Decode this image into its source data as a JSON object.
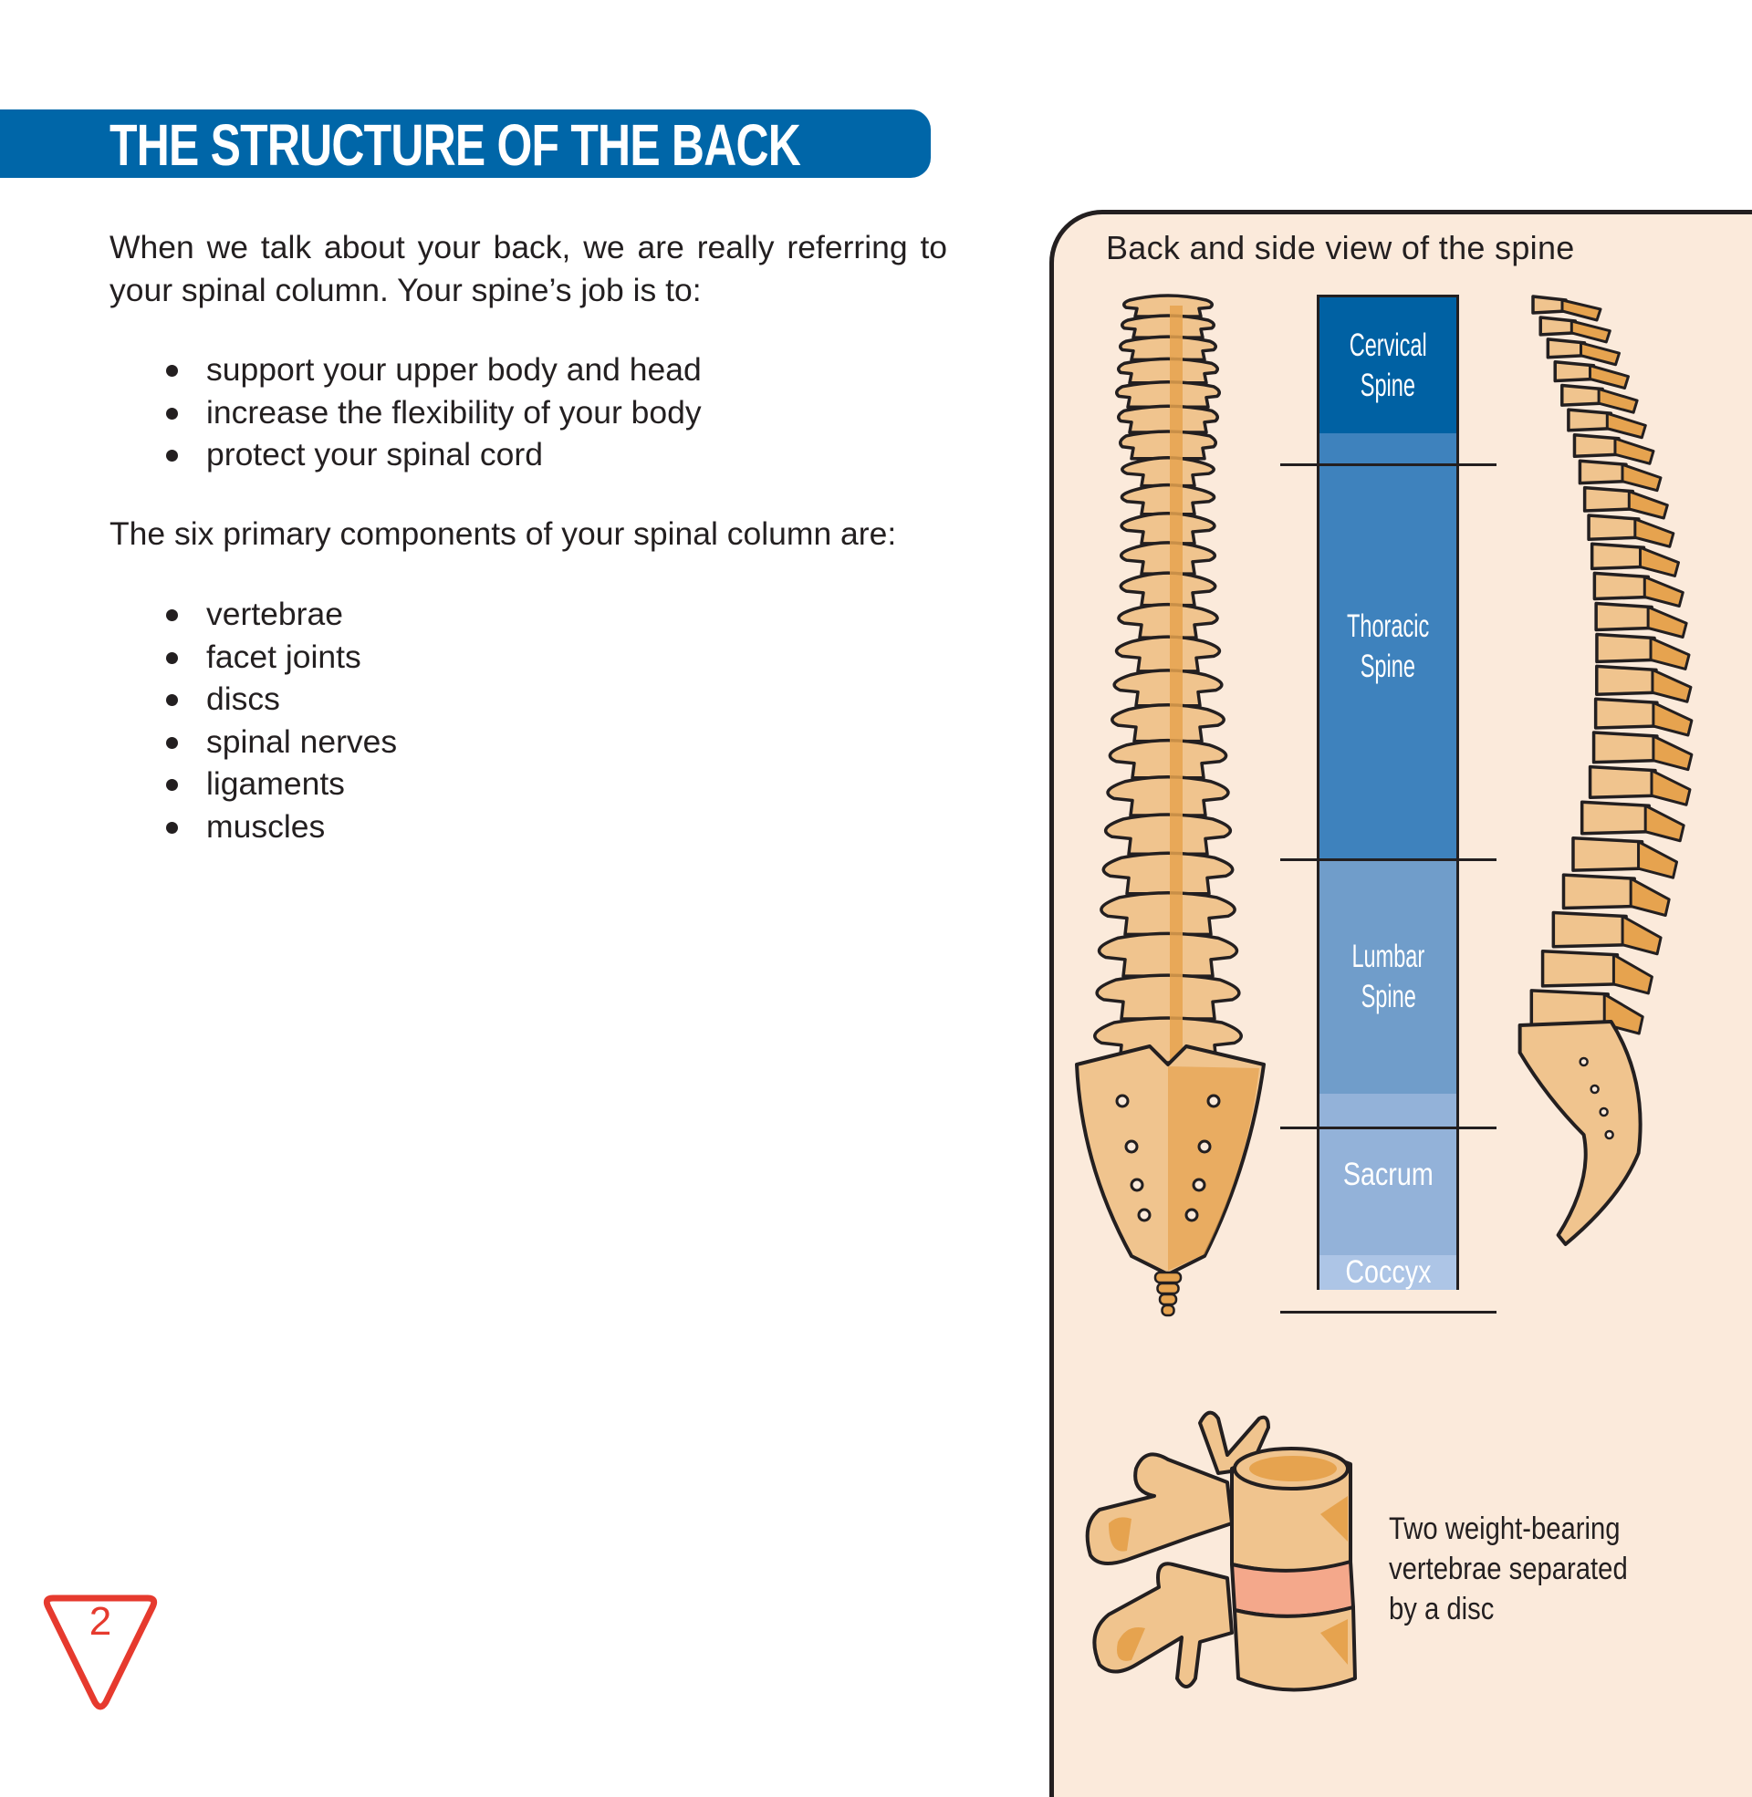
{
  "header": {
    "title": "THE STRUCTURE OF THE BACK",
    "bar_color": "#0066a8"
  },
  "intro": {
    "line1": "When we talk about your back, we are really referring to",
    "line2": "your spinal column. Your spine’s job is to:"
  },
  "spine_jobs": [
    "support your upper body and head",
    "increase the flexibility of your body",
    "protect your spinal cord"
  ],
  "components_heading": "The six primary components of your spinal column are:",
  "components": [
    "vertebrae",
    "facet joints",
    "discs",
    "spinal nerves",
    "ligaments",
    "muscles"
  ],
  "panel": {
    "title": "Back and side view of the spine",
    "background": "#fbeadb",
    "regions": [
      {
        "line1": "Cervical",
        "line2": "Spine",
        "color": "#0061a3"
      },
      {
        "line1": "Thoracic",
        "line2": "Spine",
        "color": "#3e82bd"
      },
      {
        "line1": "Lumbar",
        "line2": "Spine",
        "color": "#709dca"
      },
      {
        "line1": "Sacrum",
        "line2": "",
        "color": "#93b2d9"
      },
      {
        "line1": "Coccyx",
        "line2": "",
        "color": "#adc5e6"
      }
    ],
    "back_view_icon": "spine-back-view-illustration",
    "side_view_icon": "spine-side-view-illustration",
    "vertebrae_icon": "vertebrae-disc-illustration",
    "caption": {
      "line1": "Two weight-bearing",
      "line2": "vertebrae separated",
      "line3": "by a disc"
    }
  },
  "page_number": "2",
  "page_badge_color": "#e63a2e"
}
